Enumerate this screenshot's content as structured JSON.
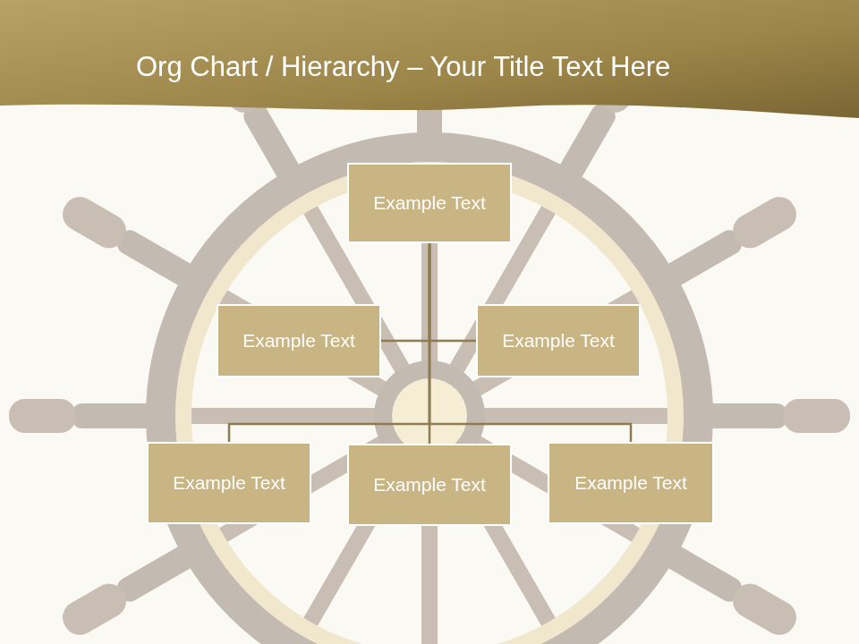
{
  "diagram": {
    "title": "Org Chart / Hierarchy – Your Title Text Here",
    "nodes": [
      {
        "text": [
          "Example Text"
        ]
      },
      {
        "text": [
          "Example Text"
        ]
      },
      {
        "text": [
          "Example Text"
        ]
      },
      {
        "text": [
          "Example Text"
        ]
      },
      {
        "text": [
          "Example Text"
        ]
      },
      {
        "text": [
          "Example Text"
        ]
      }
    ],
    "edges": [
      {
        "from": 0,
        "to": 1,
        "arrow": "none"
      },
      {
        "from": 0,
        "to": 2,
        "arrow": "none"
      },
      {
        "from": 0,
        "to": 3,
        "arrow": "none"
      },
      {
        "from": 0,
        "to": 4,
        "arrow": "none"
      },
      {
        "from": 0,
        "to": 5,
        "arrow": "none"
      }
    ]
  }
}
